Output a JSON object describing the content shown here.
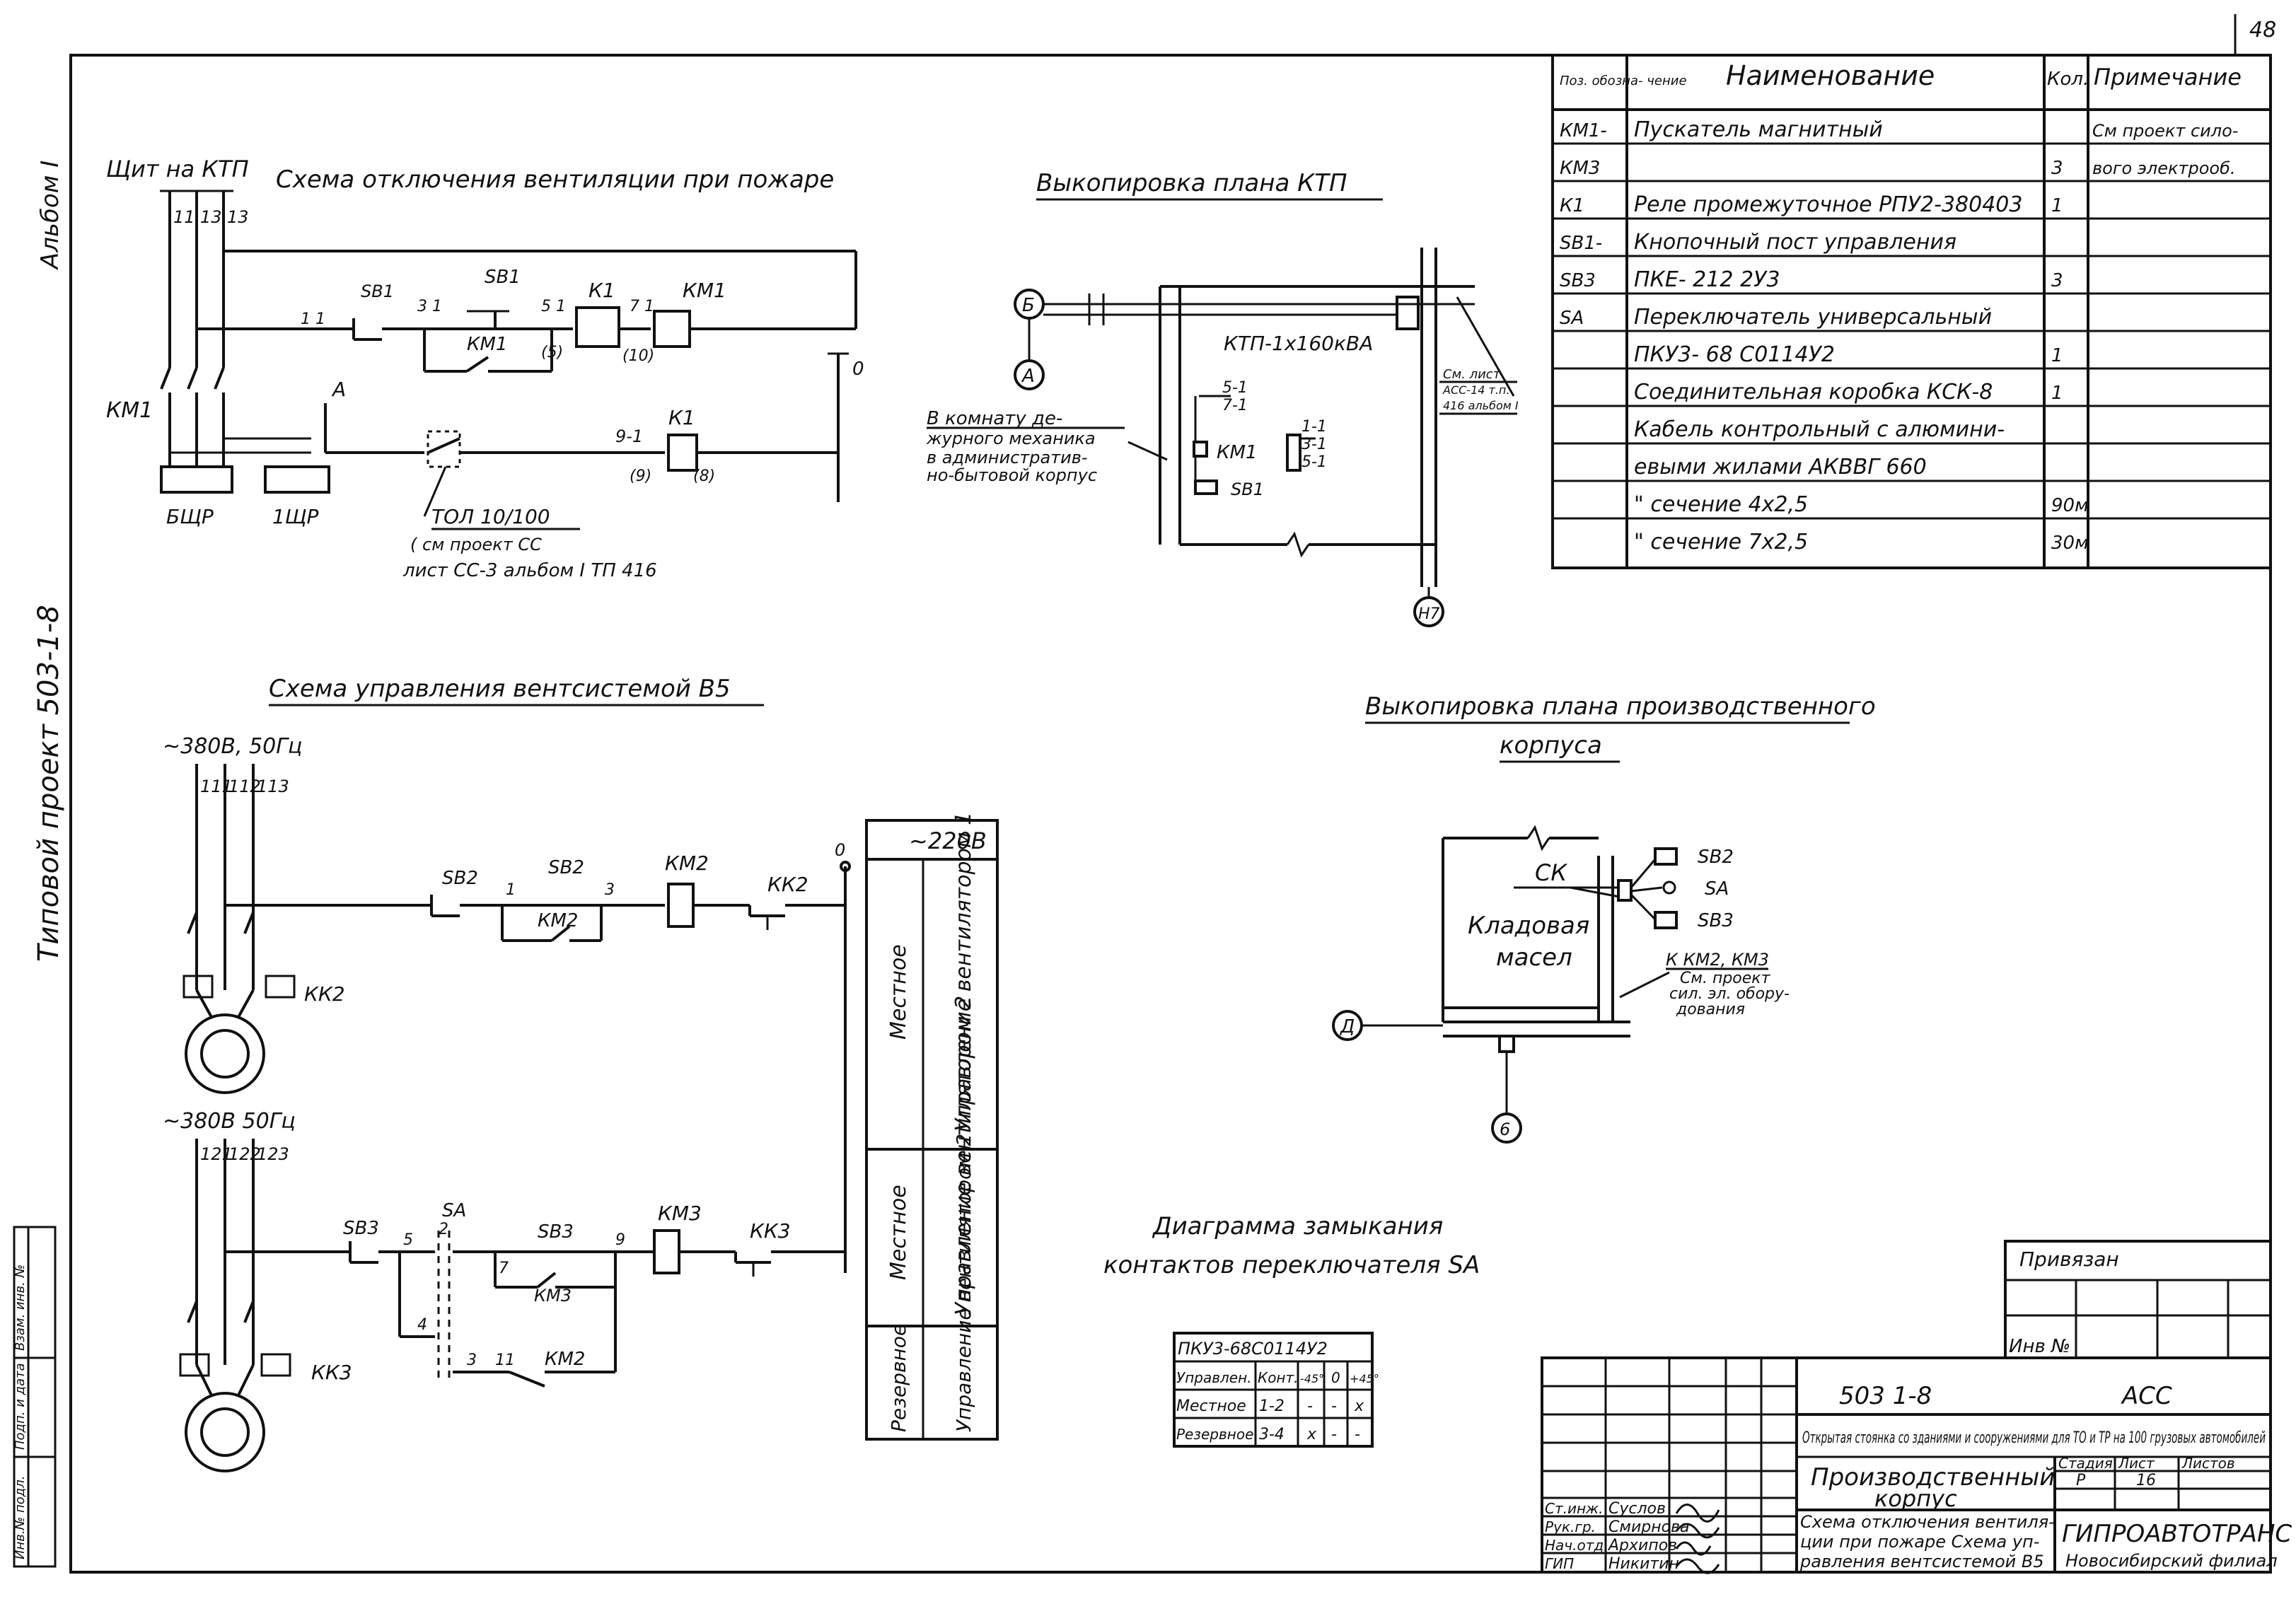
{
  "page_number": "48",
  "side_stamp": {
    "album": "Альбом I",
    "project": "Типовой проект 503-1-8"
  },
  "stamp_left": [
    "Инв.№ подл.",
    "Подп. и дата",
    "Взам. инв. №"
  ],
  "scheme_fire": {
    "title": "Схема отключения вентиляции при пожаре",
    "panel": "Щит на КТП",
    "wires": [
      "11",
      "13",
      "13"
    ],
    "km1": "КМ1",
    "sb1a": "SB1",
    "sb1b": "SB1",
    "k1": "К1",
    "km1b": "КМ1",
    "km1c": "КМ1",
    "n11": "1 1",
    "n31": "3 1",
    "n51": "5 1",
    "n71": "7 1",
    "n5": "(5)",
    "n10": "(10)",
    "nA": "А",
    "n0": "0",
    "n91": "9-1",
    "k1b": "К1",
    "n9": "(9)",
    "n8": "(8)",
    "bshr": "БЩР",
    "ishr": "1ЩР",
    "tol": "ТОЛ 10/100",
    "ref1": "( см  проект СС",
    "ref2": "лист СС-3 альбом I ТП 416"
  },
  "plan_ktp": {
    "title": "Выкопировка плана КТП",
    "axis_b": "Б",
    "axis_a": "А",
    "axis_n7": "Н7",
    "ktp": "КТП-1х160кВА",
    "ref": [
      "См. лист",
      "АСС-14 т.п.",
      "416 альбом I"
    ],
    "room": [
      "В комнату де-",
      "журного механика",
      "в административ-",
      "но-бытовой корпус"
    ],
    "l51": "5-1",
    "l71": "7-1",
    "km1": "КМ1",
    "sb1": "SB1",
    "r11": "1-1",
    "r31": "3-1",
    "r52": "5-1"
  },
  "spec_table": {
    "headers": [
      "Поз. обозна- чение",
      "Наименование",
      "Кол.",
      "Примечание"
    ],
    "rows": [
      [
        "КМ1-",
        "Пускатель  магнитный",
        "",
        "См проект сило-"
      ],
      [
        "КМ3",
        "",
        "3",
        "вого электрооб."
      ],
      [
        "К1",
        "Реле промежуточное РПУ2-380403",
        "1",
        ""
      ],
      [
        "SB1-",
        "Кнопочный пост управления",
        "",
        ""
      ],
      [
        "SB3",
        "ПКЕ- 212  2У3",
        "3",
        ""
      ],
      [
        "SA",
        "Переключатель универсальный",
        "",
        ""
      ],
      [
        "",
        "ПКУ3- 68 С0114У2",
        "1",
        ""
      ],
      [
        "",
        "Соединительная коробка КСК-8",
        "1",
        ""
      ],
      [
        "",
        "Кабель контрольный с алюмини-",
        "",
        ""
      ],
      [
        "",
        "евыми   жилами АКВВГ 660",
        "",
        ""
      ],
      [
        "",
        "\"           сечение 4х2,5",
        "90м",
        ""
      ],
      [
        "",
        "\"           сечение 7х2,5",
        "30м",
        ""
      ]
    ]
  },
  "scheme_v5": {
    "title": "Схема управления вентсистемой В5",
    "supply1": "~380В, 50Гц",
    "wires1": [
      "111",
      "112",
      "113"
    ],
    "supply2": "~380В 50Гц",
    "wires2": [
      "121",
      "122",
      "123"
    ],
    "kk2": "КК2",
    "kk3": "КК3",
    "sb2a": "SB2",
    "sb2b": "SB2",
    "km2": "КМ2",
    "km2b": "КМ2",
    "kk2c": "КК2",
    "n1": "1",
    "n3": "3",
    "n0": "0",
    "sb3a": "SB3",
    "sb3b": "SB3",
    "sa": "SA",
    "km3": "КМ3",
    "km3b": "КМ3",
    "kk3c": "КК3",
    "km2c": "КМ2",
    "n5": "5",
    "n2": "2",
    "n7": "7",
    "n9": "9",
    "n4": "4",
    "n3b": "3",
    "n11": "11"
  },
  "mode_panel": {
    "voltage": "~220В",
    "rows": [
      {
        "mode": "Местное",
        "func": "Управление вентилятором 1"
      },
      {
        "mode": "Местное",
        "func": "Управление вентилятором 2"
      },
      {
        "mode": "Резервное",
        "func": "Управление вентилятором 2"
      }
    ]
  },
  "plan_prod": {
    "title1": "Выкопировка плана производственного",
    "title2": "корпуса",
    "ck": "СК",
    "room1": "Кладовая",
    "room2": "масел",
    "sb2": "SB2",
    "sa": "SA",
    "sb3": "SB3",
    "ref": [
      "К КМ2, КМ3",
      "См. проект",
      "сил. эл. обору-",
      "дования"
    ],
    "axis_d": "Д",
    "axis_6": "6"
  },
  "contact_diagram": {
    "title1": "Диаграмма замыкания",
    "title2": "контактов  переключателя SA",
    "table_title": "ПКУ3-68С0114У2",
    "headers": [
      "Управлен.",
      "Конт.",
      "-45°",
      "0",
      "+45°"
    ],
    "rows": [
      [
        "Местное",
        "1-2",
        "-",
        "-",
        "x"
      ],
      [
        "Резервное",
        "3-4",
        "x",
        "-",
        "-"
      ]
    ]
  },
  "title_block": {
    "privyazan": "Привязан",
    "inv": "Инв № ",
    "code": "503  1-8",
    "mark": "АСС",
    "object": "Открытая стоянка со зданиями и сооружениями для ТО и ТР на 100 грузовых автомобилей",
    "building1": "Производственный",
    "building2": "корпус",
    "stage_h": "Стадия",
    "sheet_h": "Лист",
    "sheets_h": "Листов",
    "stage": "Р",
    "sheet": "16",
    "desc1": "Схема отключения вентиля-",
    "desc2": "ции при пожаре Схема уп-",
    "desc3": "равления вентсистемой В5",
    "org1": "ГИПРОАВТОТРАНС",
    "org2": "Новосибирский филиал",
    "people": [
      {
        "role": "Ст.инж.",
        "name": "Суслов"
      },
      {
        "role": "Рук.гр.",
        "name": "Смирнова"
      },
      {
        "role": "Нач.отд.",
        "name": "Архипов"
      },
      {
        "role": "ГИП",
        "name": "Никитин"
      }
    ]
  }
}
